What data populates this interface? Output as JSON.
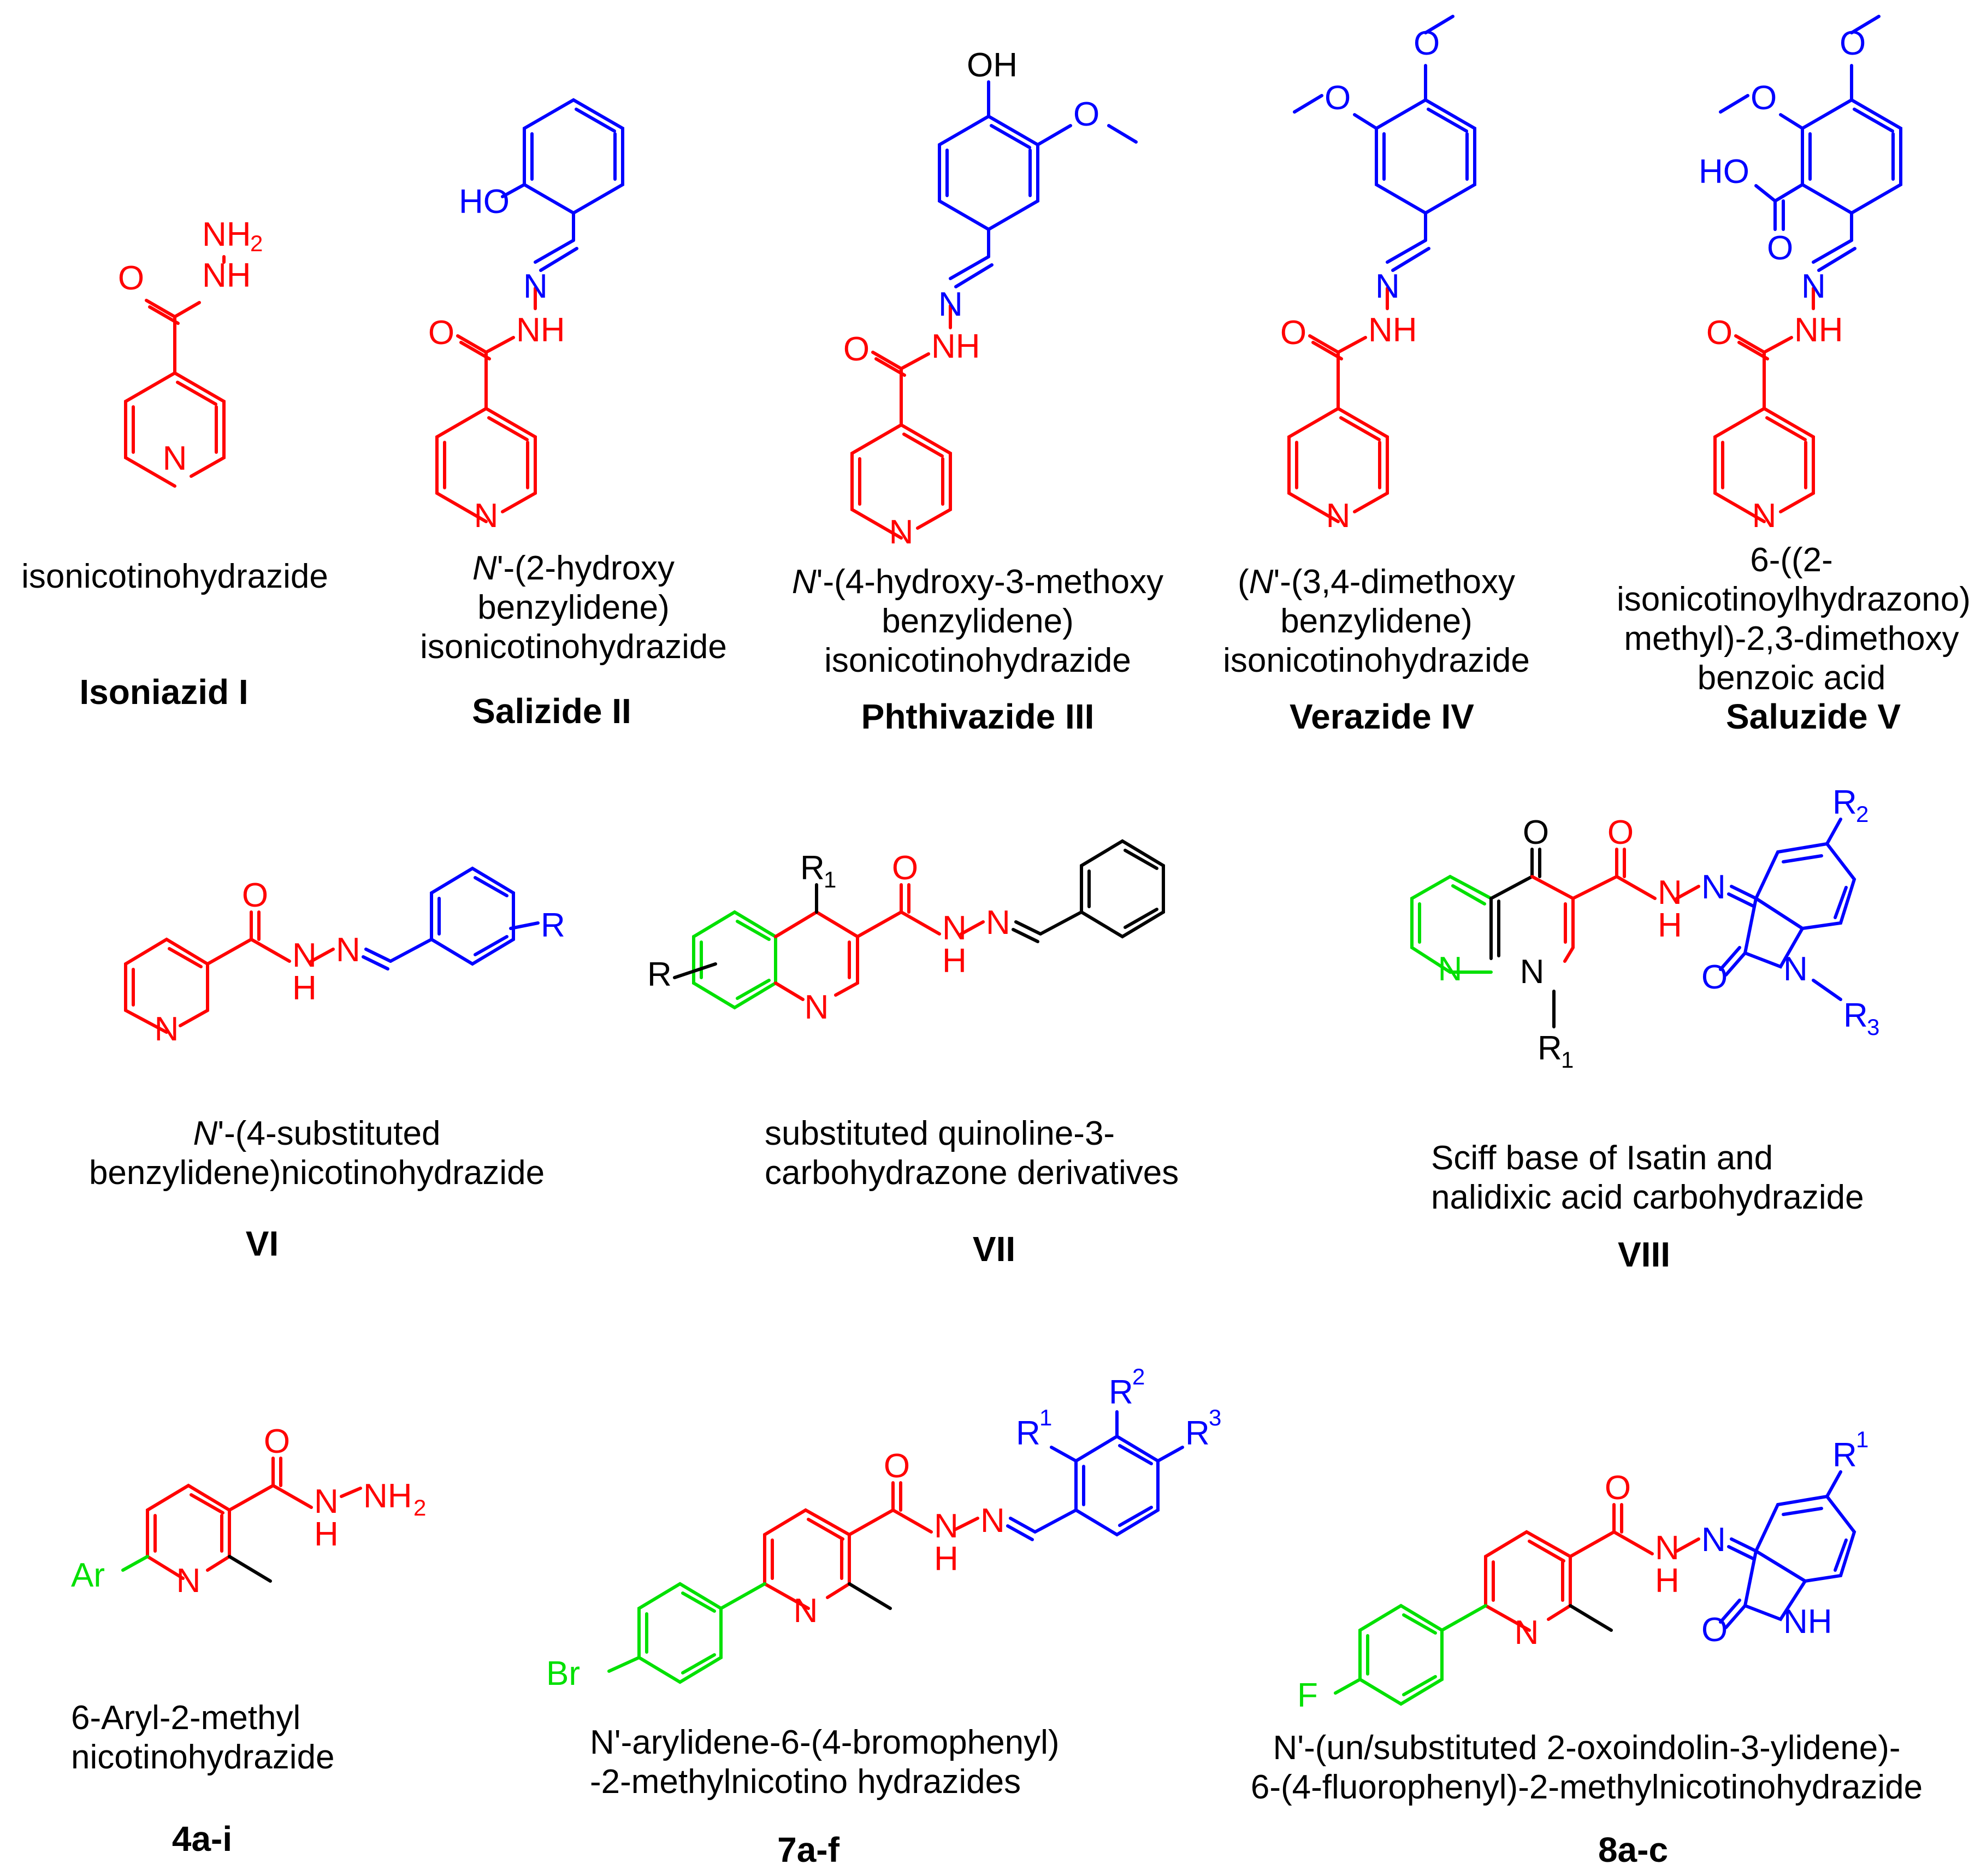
{
  "colors": {
    "red": "#ff0000",
    "blue": "#0000ff",
    "green": "#00e000",
    "black": "#000000"
  },
  "compounds": [
    {
      "id": "c1",
      "caption": [
        "isonicotinohydrazide"
      ],
      "label": "Isoniazid I"
    },
    {
      "id": "c2",
      "caption_lead": "N",
      "caption": [
        "'-(2-hydroxy",
        "benzylidene)",
        "isonicotinohydrazide"
      ],
      "label": "Salizide II"
    },
    {
      "id": "c3",
      "caption_lead": "N",
      "caption": [
        "'-(4-hydroxy-3-methoxy",
        "benzylidene)",
        "isonicotinohydrazide"
      ],
      "label": "Phthivazide  III"
    },
    {
      "id": "c4",
      "caption_pre": "(",
      "caption_lead": "N",
      "caption": [
        "'-(3,4-dimethoxy",
        "benzylidene)",
        "isonicotinohydrazide"
      ],
      "label": "Verazide IV"
    },
    {
      "id": "c5",
      "caption": [
        "6-((2-",
        "isonicotinoylhydrazono)",
        "methyl)-2,3-dimethoxy",
        "benzoic acid"
      ],
      "label": "Saluzide V"
    },
    {
      "id": "c6",
      "caption_lead": "N",
      "caption": [
        "'-(4-substituted",
        "benzylidene)nicotinohydrazide"
      ],
      "label": "VI"
    },
    {
      "id": "c7",
      "caption": [
        "substituted quinoline-3-",
        "carbohydrazone derivatives"
      ],
      "label": "VII"
    },
    {
      "id": "c8",
      "caption": [
        "Sciff base of Isatin and",
        "nalidixic acid carbohydrazide"
      ],
      "label": "VIII"
    },
    {
      "id": "c9",
      "caption": [
        "6-Aryl-2-methyl",
        "nicotinohydrazide"
      ],
      "label": "4a-i"
    },
    {
      "id": "c10",
      "caption": [
        "N'-arylidene-6-(4-bromophenyl)",
        "-2-methylnicotino hydrazides"
      ],
      "label": "7a-f"
    },
    {
      "id": "c11",
      "caption": [
        "N'-(un/substituted 2-oxoindolin-3-ylidene)-",
        "6-(4-fluorophenyl)-2-methylnicotinohydrazide"
      ],
      "label": "8a-c"
    }
  ],
  "atoms": {
    "N": "N",
    "O": "O",
    "H": "H",
    "NH": "NH",
    "NH2": "NH",
    "sub2": "2",
    "HO": "HO",
    "OH": "OH",
    "R": "R",
    "R1": "R",
    "R2": "R",
    "R3": "R",
    "s1": "1",
    "s2": "2",
    "s3": "3",
    "Ar": "Ar",
    "Br": "Br",
    "F": "F"
  }
}
